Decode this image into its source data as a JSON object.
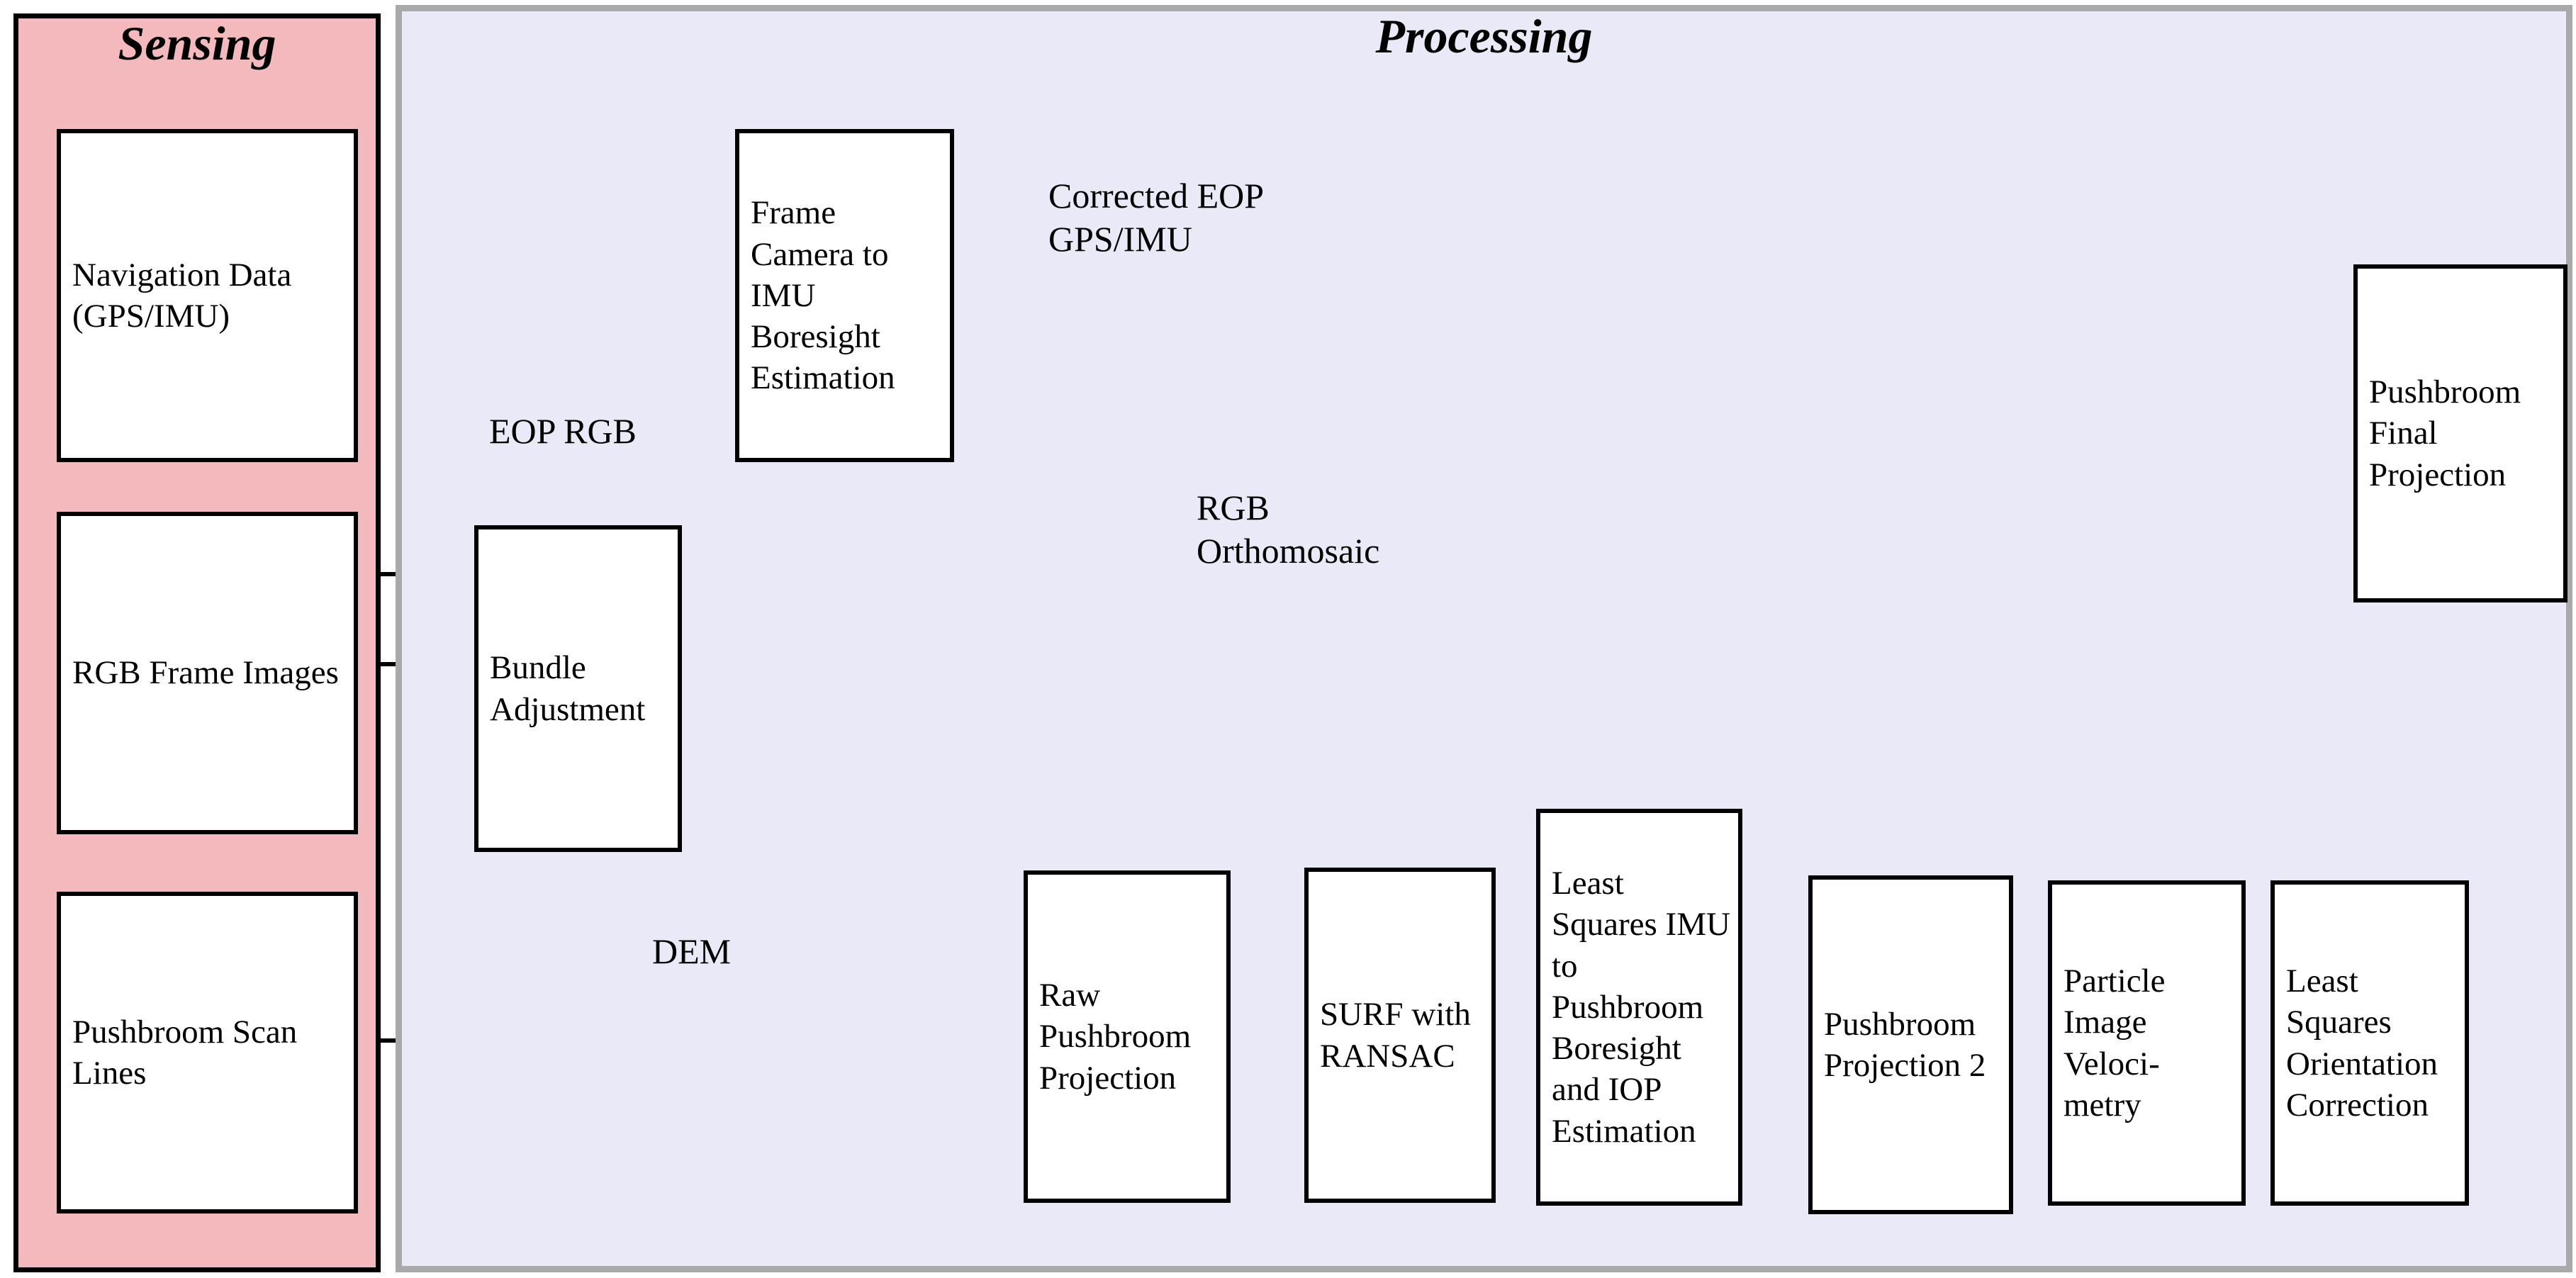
{
  "panels": {
    "sensing": {
      "title": "Sensing"
    },
    "processing": {
      "title": "Processing"
    }
  },
  "nodes": {
    "navigation_data": {
      "label": "Navigation Data (GPS/IMU)"
    },
    "rgb_frame_images": {
      "label": "RGB Frame Images"
    },
    "pushbroom_scan_lines": {
      "label": "Pushbroom Scan Lines"
    },
    "frame_camera_boresight": {
      "label": "Frame Camera to IMU Boresight Estimation"
    },
    "bundle_adjustment": {
      "label": "Bundle Adjustment"
    },
    "raw_pushbroom_projection": {
      "label": "Raw Pushbroom Projection"
    },
    "surf_with_ransac": {
      "label": "SURF with RANSAC"
    },
    "ls_imu_boresight_iop": {
      "label": "Least Squares IMU to Pushbroom Boresight and IOP Estimation"
    },
    "pushbroom_projection_2": {
      "label": "Pushbroom Projection 2"
    },
    "particle_image_velocimetry": {
      "label": "Particle Image Veloci-metry"
    },
    "ls_orientation_correction": {
      "label": "Least Squares Orientation Correction"
    },
    "pushbroom_final_projection": {
      "label": "Pushbroom Final Projection"
    }
  },
  "edge_labels": {
    "eop_rgb": "EOP RGB",
    "corrected_eop": "Corrected EOP GPS/IMU",
    "rgb_orthomosaic": "RGB Orthomosaic",
    "dem": "DEM"
  },
  "colors": {
    "sensing_bg": "#F4B9BD",
    "processing_bg": "#E9E9F7",
    "processing_border": "#A9A9A9",
    "line": "#000000"
  }
}
